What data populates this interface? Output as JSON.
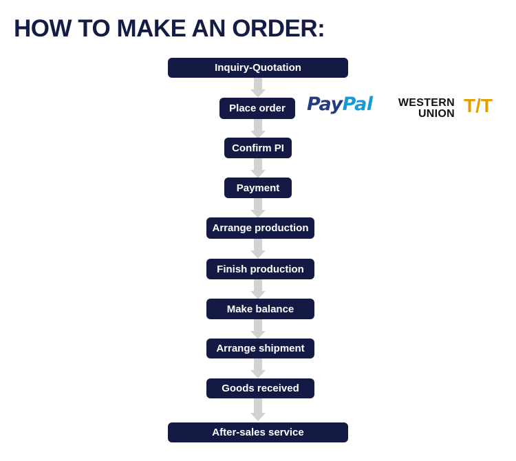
{
  "page": {
    "title": "HOW TO MAKE AN ORDER:"
  },
  "steps": [
    {
      "label": "Inquiry-Quotation"
    },
    {
      "label": "Place order"
    },
    {
      "label": "Confirm PI"
    },
    {
      "label": "Payment"
    },
    {
      "label": "Arrange production"
    },
    {
      "label": "Finish production"
    },
    {
      "label": "Make balance"
    },
    {
      "label": "Arrange shipment"
    },
    {
      "label": "Goods received"
    },
    {
      "label": "After-sales service"
    }
  ],
  "payment_logos": {
    "paypal": {
      "part1": "Pay",
      "part2": "Pal"
    },
    "western_union": {
      "line1": "WESTERN",
      "line2": "UNION"
    },
    "tt": "T/T"
  },
  "colors": {
    "title": "#141c44",
    "step_box": "#141a44",
    "step_text": "#ffffff",
    "arrow": "#d2d2d2",
    "paypal_dark": "#253b80",
    "paypal_light": "#179bd7",
    "tt": "#e0a100"
  }
}
